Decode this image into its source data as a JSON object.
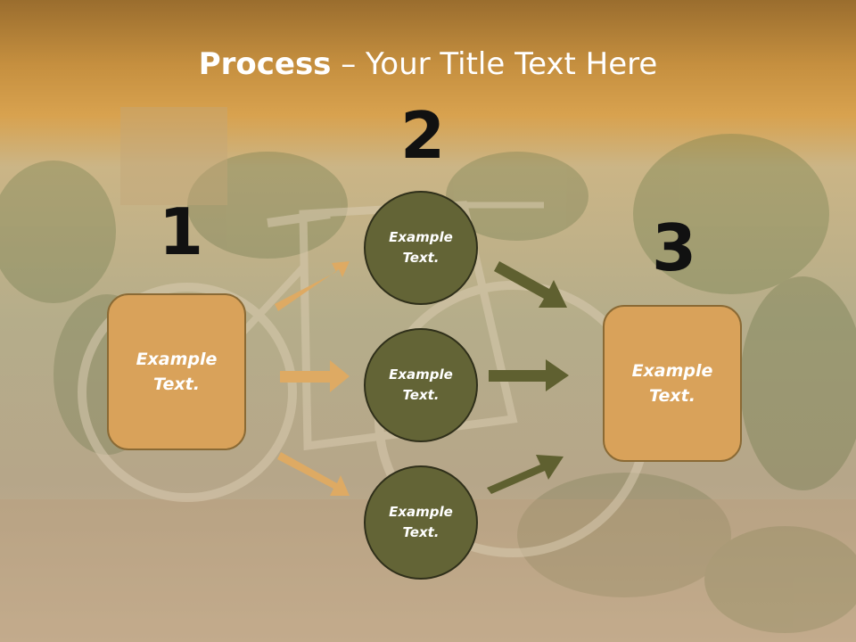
{
  "slide": {
    "title_bold": "Process",
    "title_rest": " – Your Title Text Here",
    "numbers": [
      "1",
      "2",
      "3"
    ],
    "left_box": "Example Text.",
    "right_box": "Example Text.",
    "circles": [
      "Example Text.",
      "Example Text.",
      "Example Text."
    ]
  },
  "colors": {
    "header": "#d19a45",
    "box_fill": "#d9a25a",
    "circle_fill": "#636436",
    "arrow_left": "#deaa63",
    "arrow_right": "#5f6030"
  },
  "background_image": "vintage bicycle in vineyard"
}
